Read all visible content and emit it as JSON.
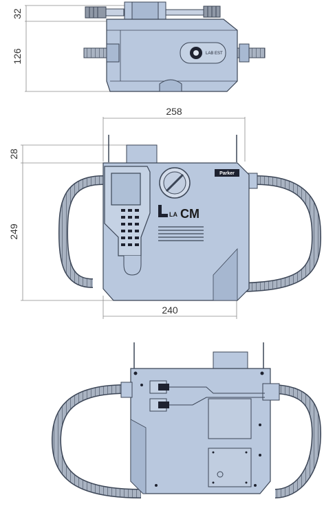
{
  "colors": {
    "body": "#b9c8de",
    "body_dark": "#8ea4c4",
    "outline": "#3b4556",
    "hose": "#9aa5b5",
    "dim_line": "#8a8a8a",
    "text": "#333333"
  },
  "top_view": {
    "dim_top": "32",
    "dim_height": "126",
    "indicator_text": "LAB EST"
  },
  "front_view": {
    "dim_width_top": "258",
    "dim_height_small": "28",
    "dim_height": "249",
    "dim_width_bottom": "240",
    "brand_tag": "Parker",
    "logo_text": "LA",
    "logo_text_suffix": "CM"
  },
  "rear_view": {}
}
